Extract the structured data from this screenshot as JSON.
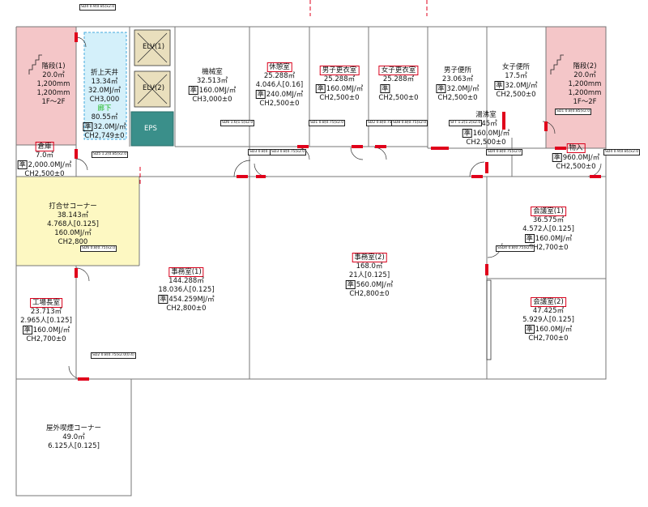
{
  "rooms": {
    "stair1": {
      "name": "階段(1)",
      "area": "20.0㎡",
      "h1": "1,200mm",
      "h2": "1,200mm",
      "floors": "1F～2F"
    },
    "atrium": {
      "name": "折上天井",
      "area": "13.34㎡",
      "load": "32.0MJ/㎡",
      "ch": "CH3,000",
      "sub": "廊下",
      "area2": "80.55㎡",
      "jun": "準",
      "load2": "32.0MJ/㎡",
      "ch2": "CH2,749±0"
    },
    "elv1": {
      "name": "ELV(1)"
    },
    "elv2": {
      "name": "ELV(2)"
    },
    "eps": {
      "name": "EPS"
    },
    "machine": {
      "name": "機械室",
      "area": "32.513㎡",
      "jun": "準",
      "load": "160.0MJ/㎡",
      "ch": "CH3,000±0"
    },
    "rest": {
      "name": "休憩室",
      "area": "25.288㎡",
      "people": "4.046人[0.16]",
      "jun": "準",
      "load": "240.0MJ/㎡",
      "ch": "CH2,500±0"
    },
    "mlocker": {
      "name": "男子更衣室",
      "area": "25.288㎡",
      "jun": "準",
      "load": "160.0MJ/㎡",
      "ch": "CH2,500±0"
    },
    "flocker": {
      "name": "女子更衣室",
      "area": "25.288㎡",
      "jun": "準",
      "load": "",
      "ch": "CH2,500±0"
    },
    "mwc": {
      "name": "男子便所",
      "area": "23.063㎡",
      "jun": "準",
      "load": "32.0MJ/㎡",
      "ch": "CH2,500±0"
    },
    "fwc": {
      "name": "女子便所",
      "area": "17.5㎡",
      "jun": "準",
      "load": "32.0MJ/㎡",
      "ch": "CH2,500±0"
    },
    "yuto": {
      "name": "湯沸室",
      "area": "4.45㎡",
      "jun": "準",
      "load": "160.0MJ/㎡",
      "ch": "CH2,500±0"
    },
    "stair2": {
      "name": "階段(2)",
      "area": "20.0㎡",
      "h1": "1,200mm",
      "h2": "1,200mm",
      "floors": "1F～2F"
    },
    "storage": {
      "name": "倉庫",
      "area": "7.0㎡",
      "jun": "準",
      "load": "2,000.0MJ/㎡",
      "ch": "CH2,500±0"
    },
    "mono": {
      "name": "物入",
      "jun": "準",
      "load": "960.0MJ/㎡",
      "ch": "CH2,500±0"
    },
    "meeting_corner": {
      "name": "打合せコーナー",
      "area": "38.143㎡",
      "people": "4.768人[0.125]",
      "load": "160.0MJ/㎡",
      "ch": "CH2,800"
    },
    "office1": {
      "name": "事務室(1)",
      "area": "144.288㎡",
      "people": "18.036人[0.125]",
      "jun": "準",
      "load": "454.259MJ/㎡",
      "ch": "CH2,800±0"
    },
    "office2": {
      "name": "事務室(2)",
      "area": "168.0㎡",
      "people": "21人[0.125]",
      "jun": "準",
      "load": "560.0MJ/㎡",
      "ch": "CH2,800±0"
    },
    "conf1": {
      "name": "会議室(1)",
      "area": "36.575㎡",
      "people": "4.572人[0.125]",
      "jun": "準",
      "load": "160.0MJ/㎡",
      "ch": "CH2,700±0"
    },
    "conf2": {
      "name": "会議室(2)",
      "area": "47.425㎡",
      "people": "5.929人[0.125]",
      "jun": "準",
      "load": "160.0MJ/㎡",
      "ch": "CH2,700±0"
    },
    "manager": {
      "name": "工場長室",
      "area": "23.713㎡",
      "people": "2.965人[0.125]",
      "jun": "準",
      "load": "160.0MJ/㎡",
      "ch": "CH2,700±0"
    },
    "smoking": {
      "name": "屋外喫煙コーナー",
      "area": "49.0㎡",
      "people": "6.125人[0.125]"
    }
  },
  "tags": {
    "sd4_top": "SD4 0.9(0.85)x2.0",
    "sd5": "SD5 1.2(0.85)x2.0",
    "sd6": "SD6 1.6(1.5)x2.0",
    "sd1": "SD1 0.8(0.75)x2.0",
    "sd3": "SD3 0.8(0.75)x2.0",
    "sd2": "SD2 0.8(0.75)x2.0",
    "sd8": "SD8 0.8(0.75)x2.0",
    "sft": "SFT 1.2(1.2)x2.0",
    "sd3b": "SD3 0.8(0.75)x2.0",
    "sd4_right": "SD4 0.9(0.85)x2.0",
    "sd4_mono": "SD4 0.8(0.75)x2.0",
    "sd1_stair2": "SD1 0.8(0.85)x2.0",
    "sd6_corner": "SD6 0.8(0.75)x2.0",
    "ssd4": "SSD4 0.8(0.75)x2.0",
    "sd2_manager": "SD2 0.8(0.75)x2.0(0.4)"
  }
}
